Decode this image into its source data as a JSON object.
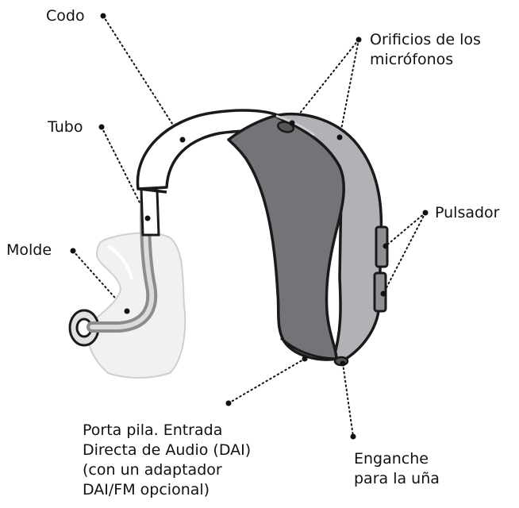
{
  "labels": {
    "codo": "Codo",
    "tubo": "Tubo",
    "molde": "Molde",
    "microfonos": [
      "Orificios de los",
      "micrófonos"
    ],
    "pulsador": "Pulsador",
    "porta_pila": [
      "Porta pila. Entrada",
      "Directa de Audio (DAI)",
      "(con un adaptador",
      "DAI/FM opcional)"
    ],
    "enganche": [
      "Enganche",
      "para la uña"
    ]
  },
  "colors": {
    "outline": "#1a1a1a",
    "body_dark": "#737378",
    "body_light": "#aeb0b3",
    "hook": "#ffffff",
    "mold_fill": "#eeeeee",
    "tube": "#8a8a8a",
    "leader": "#111111"
  }
}
